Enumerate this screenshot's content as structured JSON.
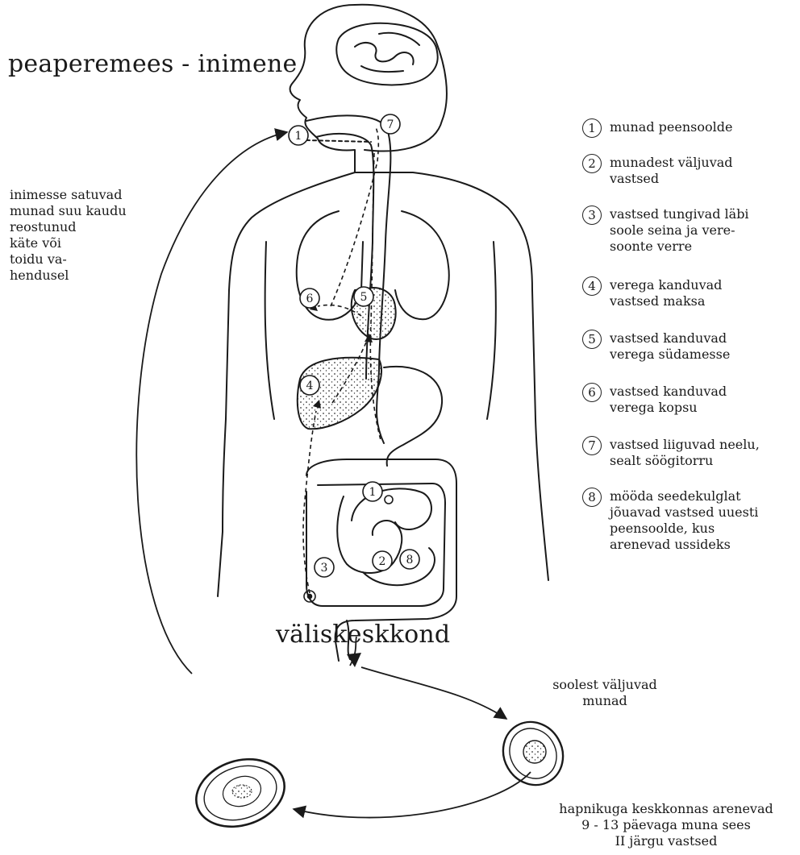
{
  "titles": {
    "host": "peaperemees - inimene",
    "environment": "väliskeskkond"
  },
  "notes": {
    "infection": "inimesse satuvad\nmunad suu kaudu\nreostunud\nkäte või\ntoidu va-\nhendusel",
    "eggs_out": "soolest väljuvad\nmunad",
    "development": "hapnikuga  keskkonnas arenevad\n9 - 13 päevaga muna sees\nII järgu vastsed"
  },
  "legend": [
    {
      "num": "1",
      "text": "munad peensoolde"
    },
    {
      "num": "2",
      "text": "munadest väljuvad\nvastsed"
    },
    {
      "num": "3",
      "text": "vastsed tungivad läbi\nsoole seina ja vere-\nsoonte verre"
    },
    {
      "num": "4",
      "text": "verega kanduvad\nvastsed maksa"
    },
    {
      "num": "5",
      "text": "vastsed kanduvad\nverega südamesse"
    },
    {
      "num": "6",
      "text": "vastsed kanduvad\nverega kopsu"
    },
    {
      "num": "7",
      "text": "vastsed liiguvad neelu,\nsealt söögitorru"
    },
    {
      "num": "8",
      "text": "mööda seedekulglat\njõuavad vastsed uuesti\npeensoolde, kus\narenevad ussideks"
    }
  ],
  "markers": {
    "mouth": "1",
    "throat": "7",
    "lung": "6",
    "heart": "5",
    "liver": "4",
    "intestine_top": "1",
    "intestine_left": "3",
    "intestine_mid": "2",
    "intestine_right": "8"
  },
  "colors": {
    "ink": "#1a1a1a",
    "background": "#ffffff"
  }
}
